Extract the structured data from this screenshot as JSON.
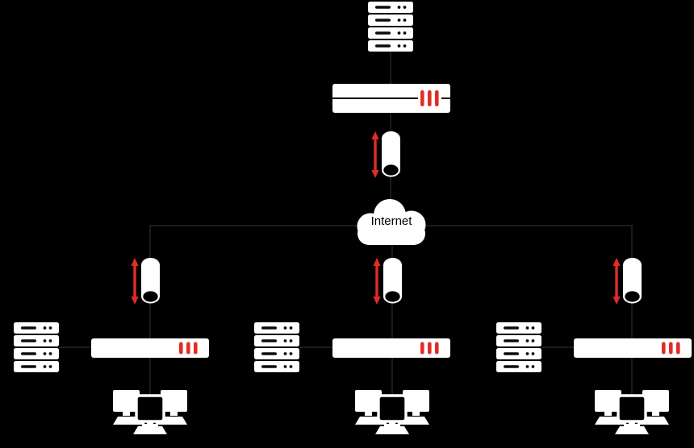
{
  "diagram": {
    "type": "network-topology",
    "labels": {
      "internet": "Internet"
    },
    "colors": {
      "background": "#000000",
      "icon": "#ffffff",
      "icon_detail": "#0c0c0c",
      "accent_red": "#e12d26",
      "connector": "#1b1b1b"
    },
    "icons": {
      "server": "server-stack-icon",
      "router": "router-icon",
      "tunnel": "vpn-tunnel-icon",
      "arrow": "bidirectional-arrow-icon",
      "cloud": "internet-cloud-icon",
      "workstations": "workstation-group-icon"
    },
    "nodes": [
      {
        "id": "hq-server",
        "kind": "server-stack"
      },
      {
        "id": "hq-router",
        "kind": "dual-router"
      },
      {
        "id": "hq-tunnel",
        "kind": "vpn-tunnel"
      },
      {
        "id": "internet-cloud",
        "kind": "cloud",
        "label": "Internet"
      },
      {
        "id": "branch-1",
        "kind": "site",
        "parts": [
          "vpn-tunnel",
          "router",
          "server-stack",
          "workstations"
        ]
      },
      {
        "id": "branch-2",
        "kind": "site",
        "parts": [
          "vpn-tunnel",
          "router",
          "server-stack",
          "workstations"
        ]
      },
      {
        "id": "branch-3",
        "kind": "site",
        "parts": [
          "vpn-tunnel",
          "router",
          "server-stack",
          "workstations"
        ]
      }
    ]
  }
}
